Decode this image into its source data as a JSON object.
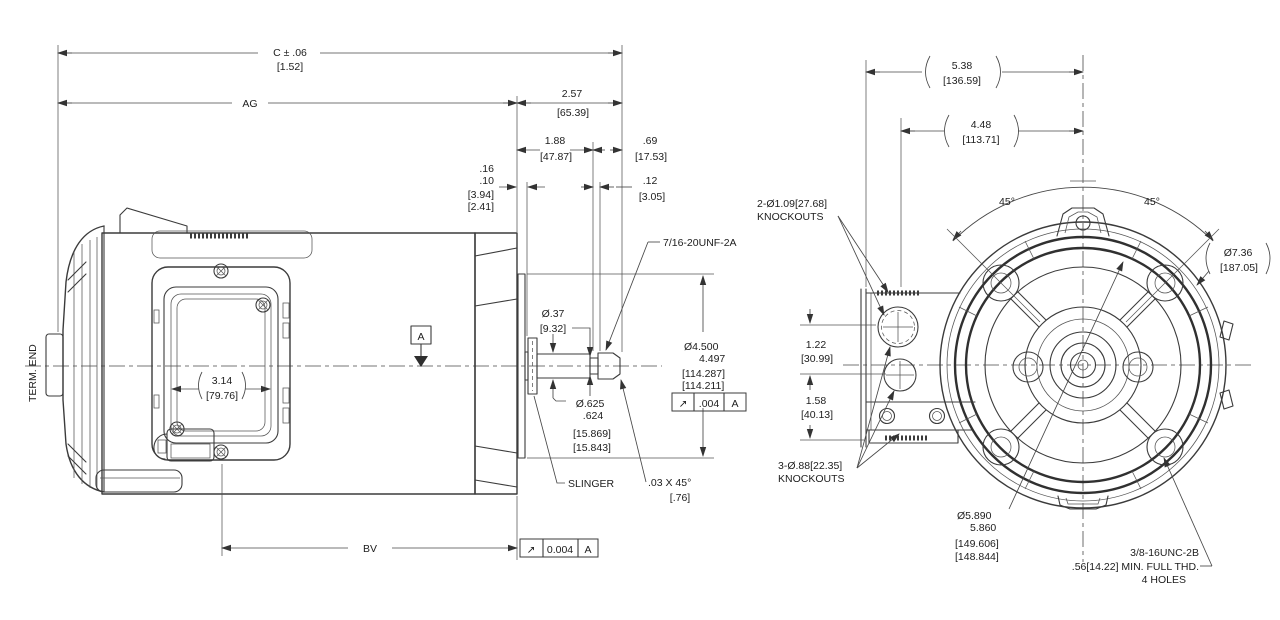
{
  "title": "Motor outline dimension drawing",
  "colors": {
    "line": "#3b3b3b",
    "text": "#1d1d1d",
    "background": "#ffffff"
  },
  "side_view": {
    "term_end": "TERM. END",
    "dims": {
      "c": {
        "line1": "C ± .06",
        "line2": "[1.52]"
      },
      "ag": "AG",
      "d257": {
        "line1": "2.57",
        "line2": "[65.39]"
      },
      "d188": {
        "line1": "1.88",
        "line2": "[47.87]"
      },
      "d69": {
        "line1": ".69",
        "line2": "[17.53]"
      },
      "d1610": {
        "line1": ".16",
        "line2": ".10",
        "line3": "[3.94]",
        "line4": "[2.41]"
      },
      "d12": {
        "line1": ".12",
        "line2": "[3.05]"
      },
      "bv": "BV"
    },
    "shaft": {
      "thread": "7/16-20UNF-2A",
      "d37": {
        "line1": "Ø.37",
        "line2": "[9.32]"
      },
      "d625": {
        "line1": "Ø.625",
        "line2": ".624",
        "line3": "[15.869]",
        "line4": "[15.843]"
      },
      "d4500": {
        "line1": "Ø4.500",
        "line2": "4.497",
        "line3": "[114.287]",
        "line4": "[114.211]"
      },
      "chamfer": {
        "line1": ".03  X 45°",
        "line2": "[.76]"
      },
      "slinger": "SLINGER"
    },
    "gdt": {
      "datum_label": "A",
      "shaft_runout": {
        "symbol": "↗",
        "tol": ".004",
        "datum": "A"
      },
      "face_runout": {
        "symbol": "↗",
        "tol": "0.004",
        "datum": "A"
      }
    },
    "box_dim": {
      "line1": "3.14",
      "line2": "[79.76]"
    }
  },
  "end_view": {
    "dims": {
      "d538": {
        "line1": "5.38",
        "line2": "[136.59]"
      },
      "d448": {
        "line1": "4.48",
        "line2": "[113.71]"
      },
      "angle_l": "45°",
      "angle_r": "45°",
      "d736": {
        "line1": "Ø7.36",
        "line2": "[187.05]"
      },
      "d122": {
        "line1": "1.22",
        "line2": "[30.99]"
      },
      "d158": {
        "line1": "1.58",
        "line2": "[40.13]"
      },
      "d5890": {
        "line1": "Ø5.890",
        "line2": "5.860",
        "line3": "[149.606]",
        "line4": "[148.844]"
      }
    },
    "notes": {
      "ko_top": {
        "line1": "2-Ø1.09[27.68]",
        "line2": "KNOCKOUTS"
      },
      "ko_bot": {
        "line1": "3-Ø.88[22.35]",
        "line2": "KNOCKOUTS"
      },
      "tap": {
        "line1": "3/8-16UNC-2B",
        "line2": ".56[14.22] MIN. FULL THD.",
        "line3": "4 HOLES"
      }
    }
  }
}
